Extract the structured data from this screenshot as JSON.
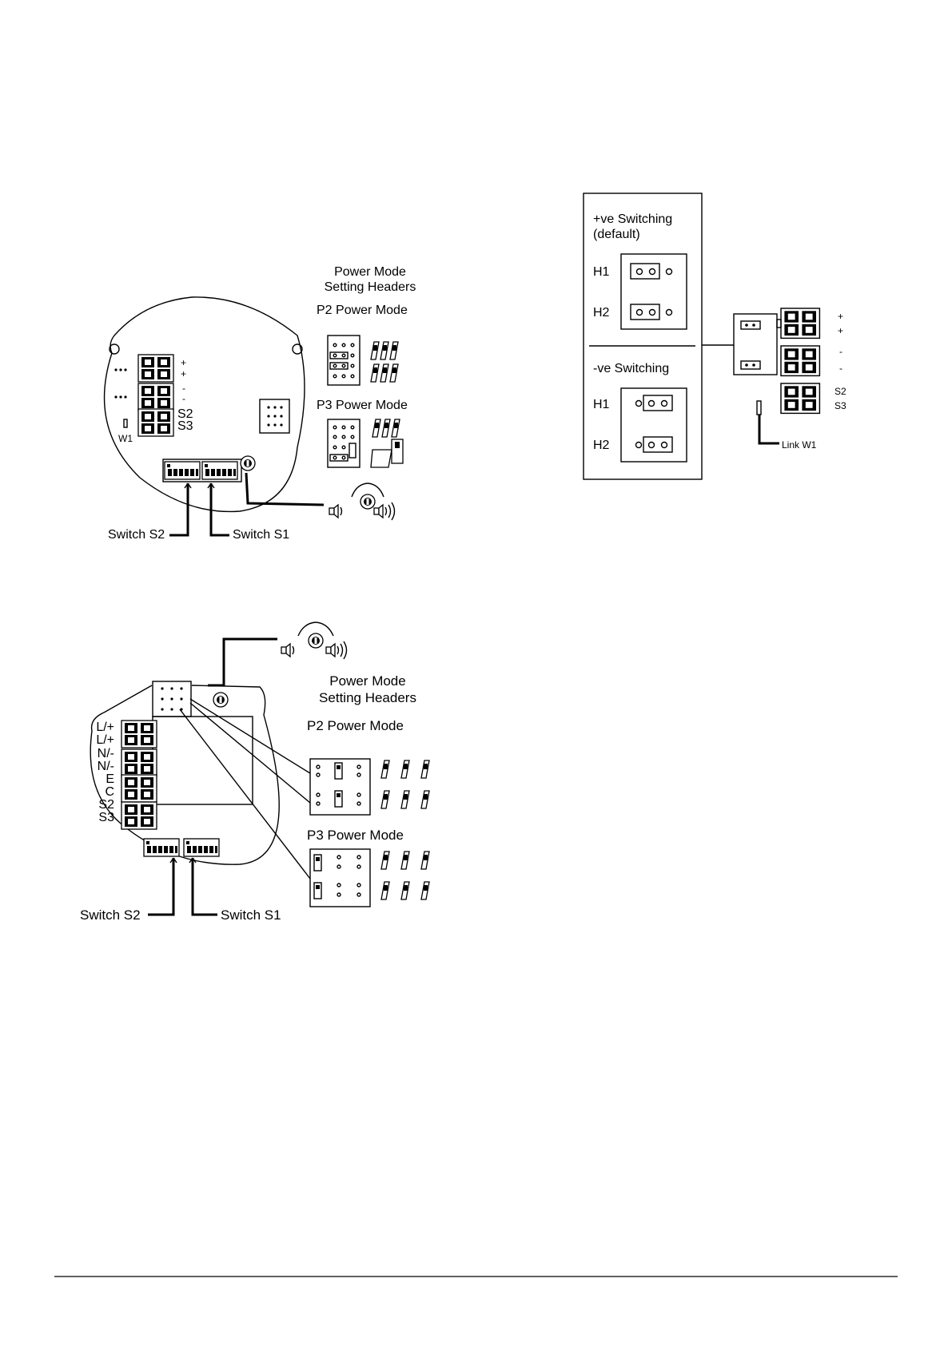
{
  "diagram_top": {
    "headers_title_1": "Power Mode",
    "headers_title_2": "Setting Headers",
    "p2_label": "P2 Power Mode",
    "p3_label": "P3 Power Mode",
    "terminal_plus_1": "+",
    "terminal_plus_2": "+",
    "terminal_minus_1": "-",
    "terminal_minus_2": "-",
    "terminal_s2": "S2",
    "terminal_s3": "S3",
    "link_w1": "W1",
    "switch_s2": "Switch S2",
    "switch_s1": "Switch S1"
  },
  "diagram_right": {
    "pos_switching": "+ve Switching",
    "pos_default": "(default)",
    "h1_pos": "H1",
    "h2_pos": "H2",
    "neg_switching": "-ve Switching",
    "h1_neg": "H1",
    "h2_neg": "H2",
    "terminal_plus_1": "+",
    "terminal_plus_2": "+",
    "terminal_minus_1": "-",
    "terminal_minus_2": "-",
    "terminal_s2": "S2",
    "terminal_s3": "S3",
    "link_w1": "Link W1"
  },
  "diagram_bottom": {
    "headers_title_1": "Power Mode",
    "headers_title_2": "Setting Headers",
    "p2_label": "P2 Power Mode",
    "p3_label": "P3 Power Mode",
    "terminals": [
      "L/+",
      "L/+",
      "N/-",
      "N/-",
      "E",
      "C",
      "S2",
      "S3"
    ],
    "switch_s2": "Switch S2",
    "switch_s1": "Switch S1"
  },
  "icons": [
    "speaker-quiet-icon",
    "volume-knob-icon",
    "speaker-loud-icon",
    "jumper-link-icon"
  ]
}
